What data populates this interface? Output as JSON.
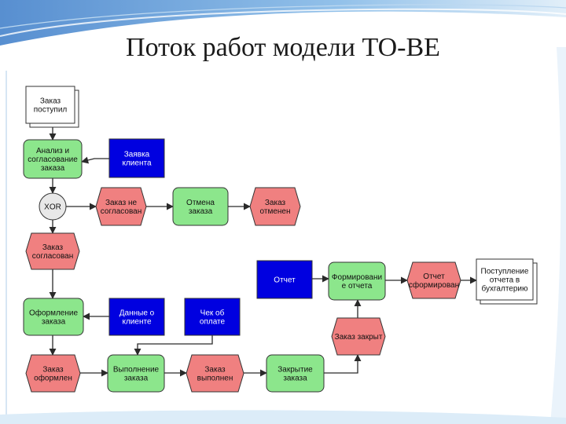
{
  "title": "Поток работ модели TO-BE",
  "colors": {
    "event": "#f08080",
    "function": "#8ce68c",
    "info": "#0000e0",
    "document": "#ffffff",
    "line": "#2a2a2a",
    "accent_blue": "#3d7ec8"
  },
  "nodes": {
    "order_received": {
      "lines": [
        "Заказ",
        "поступил"
      ]
    },
    "analysis": {
      "lines": [
        "Анализ и",
        "согласование",
        "заказа"
      ]
    },
    "client_request": {
      "lines": [
        "Заявка",
        "клиента"
      ]
    },
    "xor": {
      "lines": [
        "XOR"
      ]
    },
    "order_not_agreed": {
      "lines": [
        "Заказ не",
        "согласован"
      ]
    },
    "cancel_order": {
      "lines": [
        "Отмена",
        "заказа"
      ]
    },
    "order_cancelled": {
      "lines": [
        "Заказ",
        "отменен"
      ]
    },
    "order_agreed": {
      "lines": [
        "Заказ",
        "согласован"
      ]
    },
    "report": {
      "lines": [
        "Отчет"
      ]
    },
    "form_report": {
      "lines": [
        "Формировани",
        "е отчета"
      ]
    },
    "report_formed": {
      "lines": [
        "Отчет",
        "сформирован"
      ]
    },
    "to_accounting": {
      "lines": [
        "Поступление",
        "отчета в",
        "бухгалтерию"
      ]
    },
    "order_processing": {
      "lines": [
        "Оформление",
        "заказа"
      ]
    },
    "client_data": {
      "lines": [
        "Данные о",
        "клиенте"
      ]
    },
    "payment_check": {
      "lines": [
        "Чек об",
        "оплате"
      ]
    },
    "order_closed": {
      "lines": [
        "Заказ закрыт"
      ]
    },
    "order_processed": {
      "lines": [
        "Заказ",
        "оформлен"
      ]
    },
    "execute_order": {
      "lines": [
        "Выполнение",
        "заказа"
      ]
    },
    "order_done": {
      "lines": [
        "Заказ",
        "выполнен"
      ]
    },
    "close_order": {
      "lines": [
        "Закрытие",
        "заказа"
      ]
    }
  }
}
